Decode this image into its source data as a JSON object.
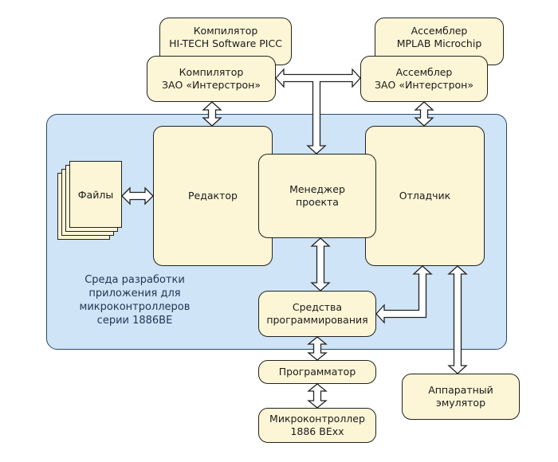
{
  "environment": {
    "label": "Среда разработки\nприложения для\nмикроконтроллеров\nсерии 1886ВЕ"
  },
  "blocks": {
    "compiler_hitech": "Компилятор\nHI-TECH Software PICC",
    "compiler_interstron": "Компилятор\nЗАО «Интерстрон»",
    "assembler_mplab": "Ассемблер\nMPLAB Microchip",
    "assembler_interstron": "Ассемблер\nЗАО «Интерстрон»",
    "files": "Файлы",
    "editor": "Редактор",
    "project_manager": "Менеджер\nпроекта",
    "debugger": "Отладчик",
    "programming_tools": "Средства\nпрограммирования",
    "programmer": "Программатор",
    "microcontroller": "Микроконтроллер\n1886 ВЕхх",
    "hardware_emulator": "Аппаратный\nэмулятор"
  },
  "colors": {
    "block_fill": "#fdf6d6",
    "environment_fill": "#cfe4f7",
    "outline": "#222222"
  }
}
